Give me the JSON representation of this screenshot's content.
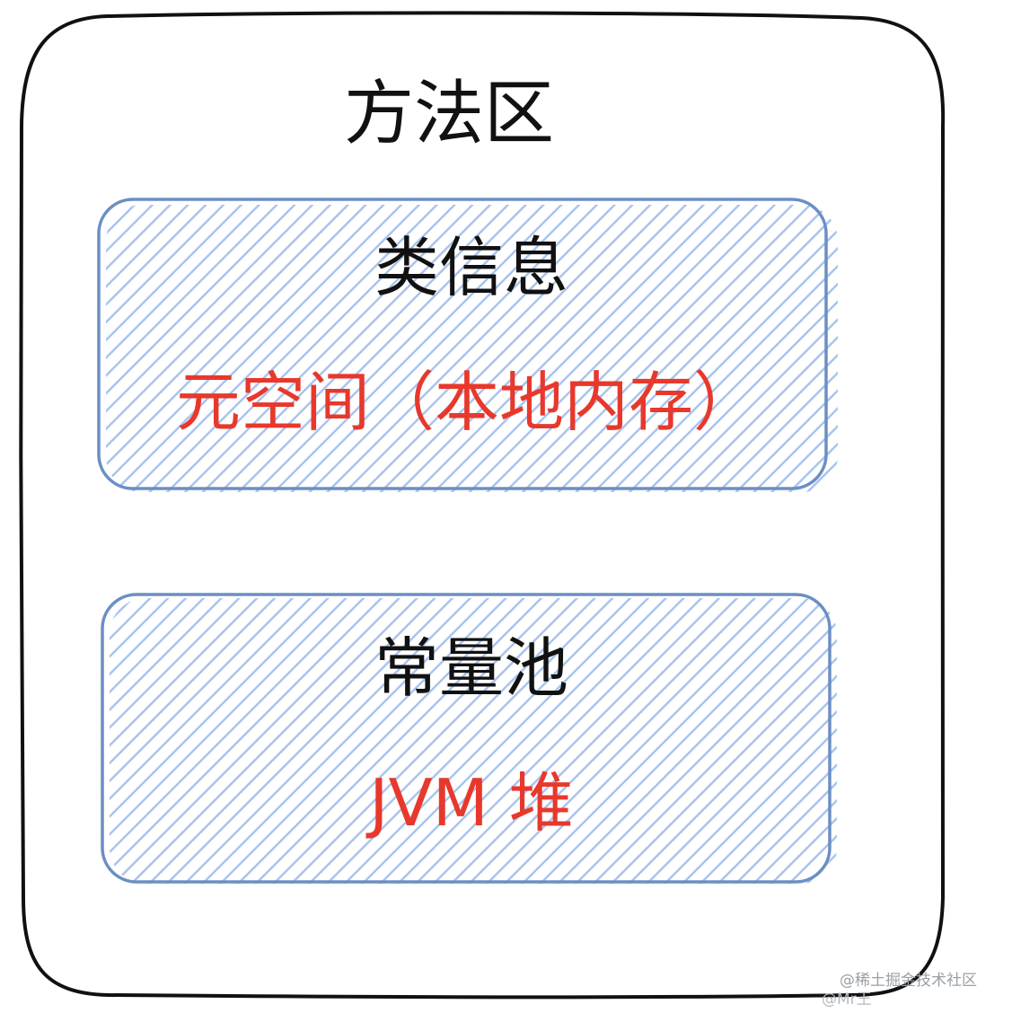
{
  "diagram": {
    "method_area": {
      "title": "方法区"
    },
    "class_info_box": {
      "title": "类信息",
      "subtitle": "元空间（本地内存）"
    },
    "constant_pool_box": {
      "title": "常量池",
      "subtitle": "JVM 堆"
    },
    "colors": {
      "outline": "#111111",
      "box_border": "#6b8fc4",
      "box_hatch": "#a9c4ee",
      "accent_text": "#e8382c"
    }
  },
  "watermark": {
    "line1": "@稀土掘金技术社区",
    "line2": "@Mr王"
  }
}
